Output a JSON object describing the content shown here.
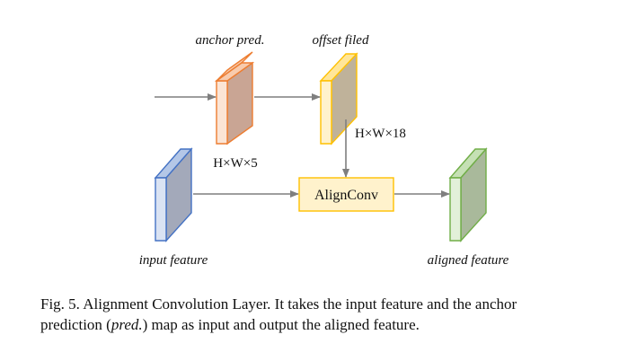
{
  "labels": {
    "anchor_pred": "anchor pred.",
    "offset_field": "offset filed",
    "dims_anchor": "H×W×5",
    "dims_offset": "H×W×18",
    "input_feature": "input feature",
    "aligned_feature": "aligned feature"
  },
  "align_box": {
    "label": "AlignConv"
  },
  "caption": {
    "line1": "Fig. 5.  Alignment Convolution Layer. It takes the input feature and the anchor",
    "line2_pre": "prediction (",
    "line2_ital": "pred.",
    "line2_post": ") map as input and output the aligned feature."
  },
  "colors": {
    "anchor": "#ED7D31",
    "offset": "#FFC000",
    "input": "#4472C4",
    "aligned": "#70AD47",
    "arrow": "#7F7F7F"
  }
}
